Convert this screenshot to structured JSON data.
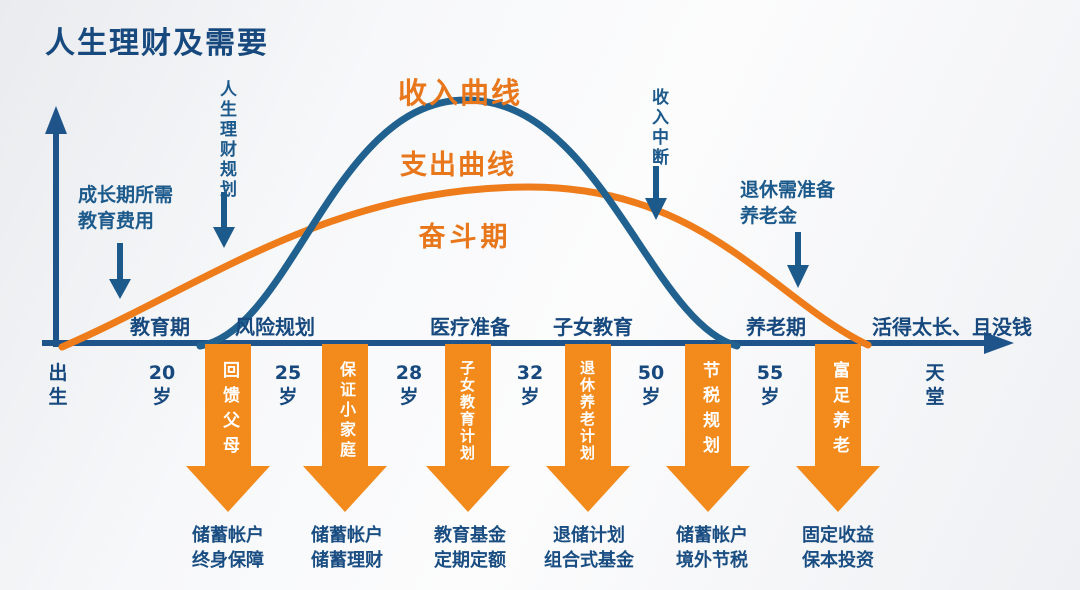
{
  "title": "人生理财及需要",
  "colors": {
    "title_blue": "#17497e",
    "curve_blue": "#20618f",
    "curve_orange": "#ee7c1a",
    "milestone_arrow_orange": "#f28a1c",
    "annotation_blue": "#1d5a8c",
    "arrow_text_white": "#ffffff"
  },
  "curve_labels": {
    "income": "收入曲线",
    "expense": "支出曲线",
    "period": "奋斗期"
  },
  "annotations": {
    "education_cost": {
      "line1": "成长期所需",
      "line2": "教育费用"
    },
    "life_planning": "人生理财规划",
    "income_interruption": "收入中断",
    "retirement_prep": {
      "line1": "退休需准备",
      "line2": "养老金"
    }
  },
  "axis": {
    "phases": [
      "教育期",
      "风险规划",
      "医疗准备",
      "子女教育",
      "养老期",
      "活得太长、且没钱"
    ],
    "ages": [
      {
        "line1": "出",
        "line2": "生"
      },
      {
        "line1": "20",
        "line2": "岁"
      },
      {
        "line1": "25",
        "line2": "岁"
      },
      {
        "line1": "28",
        "line2": "岁"
      },
      {
        "line1": "32",
        "line2": "岁"
      },
      {
        "line1": "50",
        "line2": "岁"
      },
      {
        "line1": "55",
        "line2": "岁"
      },
      {
        "line1": "天",
        "line2": "堂"
      }
    ]
  },
  "milestones": [
    {
      "label": "回馈父母",
      "detail1": "储蓄帐户",
      "detail2": "终身保障"
    },
    {
      "label": "保证小家庭",
      "detail1": "储蓄帐户",
      "detail2": "储蓄理财"
    },
    {
      "label": "子女教育计划",
      "detail1": "教育基金",
      "detail2": "定期定额"
    },
    {
      "label": "退休养老计划",
      "detail1": "退储计划",
      "detail2": "组合式基金"
    },
    {
      "label": "节税规划",
      "detail1": "储蓄帐户",
      "detail2": "境外节税"
    },
    {
      "label": "富足养老",
      "detail1": "固定收益",
      "detail2": "保本投资"
    }
  ]
}
